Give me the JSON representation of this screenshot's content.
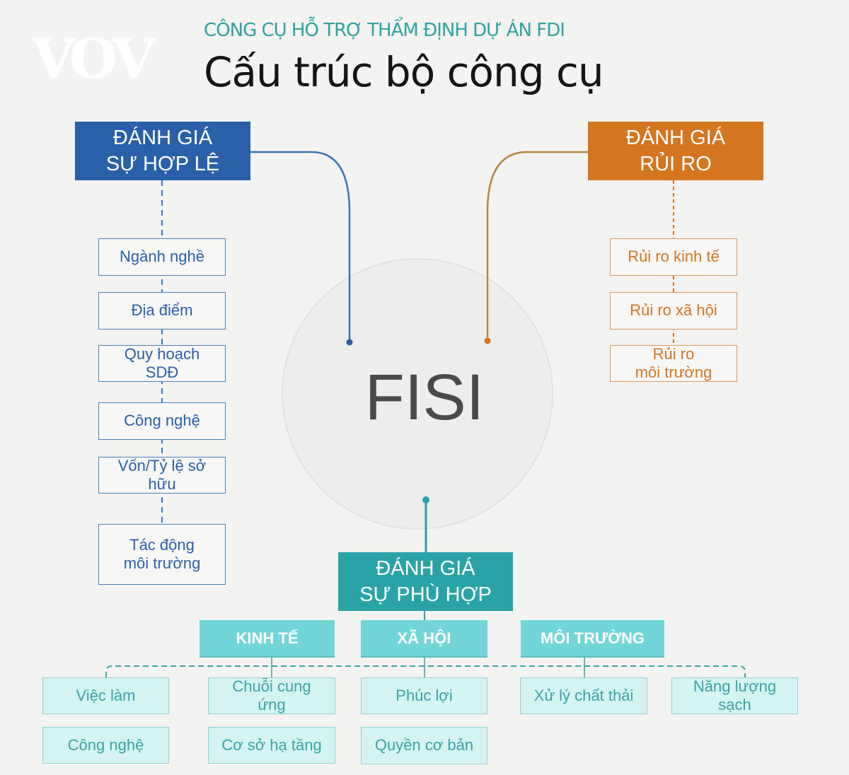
{
  "logo": "VOV",
  "header": {
    "subtitle": "CÔNG CỤ HỖ TRỢ THẨM ĐỊNH DỰ ÁN FDI",
    "title": "Cấu trúc bộ công cụ"
  },
  "center": "FISI",
  "colors": {
    "blue": "#2a5faa",
    "orange": "#d4751f",
    "teal": "#2aa3a6",
    "light_teal": "#72d6d8"
  },
  "legality": {
    "title": "ĐÁNH GIÁ\nSỰ HỢP LỆ",
    "items": [
      "Ngành nghề",
      "Địa điểm",
      "Quy hoạch\nSDĐ",
      "Công nghệ",
      "Vốn/Tỷ lệ sở\nhữu",
      "Tác động\nmôi trường"
    ]
  },
  "risk": {
    "title": "ĐÁNH GIÁ\nRỦI RO",
    "items": [
      "Rủi ro kinh tế",
      "Rủi ro xã hội",
      "Rủi ro\nmôi trường"
    ]
  },
  "fit": {
    "title": "ĐÁNH GIÁ\nSỰ PHÙ HỢP",
    "categories": [
      "KINH TẾ",
      "XÃ HỘI",
      "MÔI TRƯỜNG"
    ],
    "leaves": [
      "Việc làm",
      "Chuỗi cung\nứng",
      "Phúc lợi",
      "Xử lý chất thải",
      "Năng lượng\nsạch",
      "Công nghệ",
      "Cơ sở hạ tầng",
      "Quyền cơ bản"
    ]
  }
}
